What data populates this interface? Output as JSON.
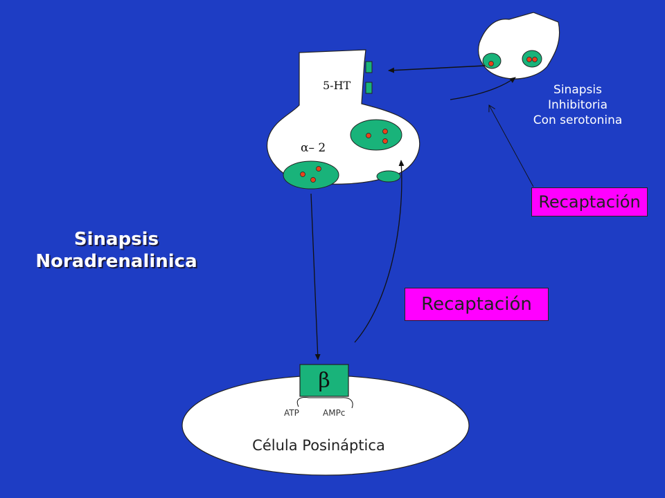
{
  "labels": {
    "ht5": "5-HT",
    "alpha2": "α– 2",
    "inhibitory_synapse": [
      "Sinapsis",
      "Inhibitoria",
      "Con serotonina"
    ],
    "noradrenergic_synapse": [
      "Sinapsis",
      "Noradrenalinica"
    ],
    "reuptake_upper": "Recaptación",
    "reuptake_lower": "Recaptación",
    "beta_receptor": "β",
    "atp": "ATP",
    "campc": "AMPc",
    "postsynaptic_cell": "Célula Posináptica"
  },
  "colors": {
    "background": "#1e3dc4",
    "cell_fill": "#ffffff",
    "vesicle_fill": "#19b37a",
    "receptor_fill": "#19b37a",
    "neurotransmitter_dot": "#e8411b",
    "reuptake_box": "#ff00ff",
    "arrow": "#111111"
  }
}
